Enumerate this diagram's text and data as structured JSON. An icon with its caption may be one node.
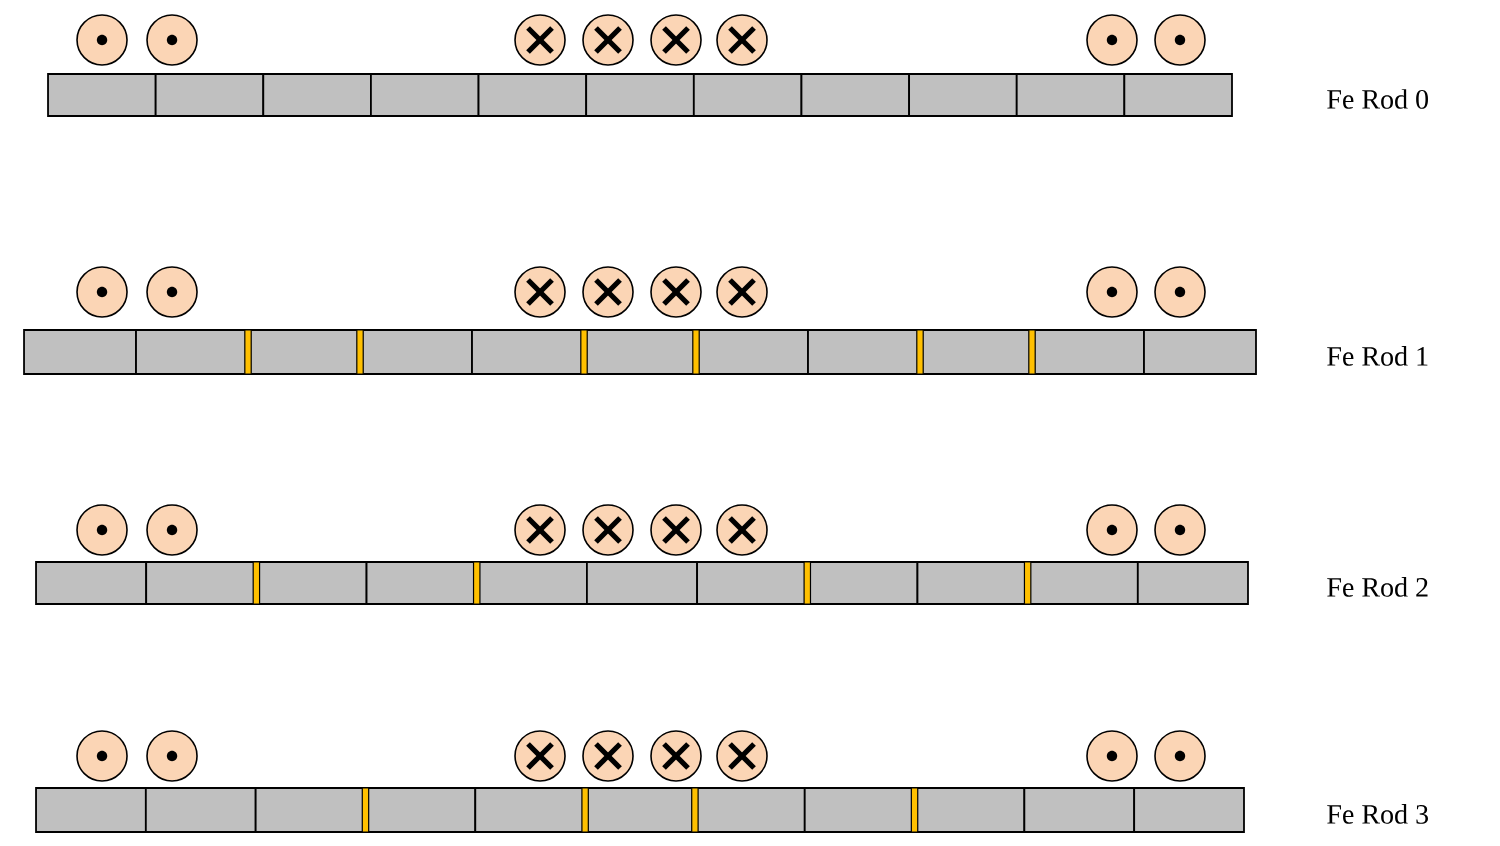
{
  "diagram": {
    "labels": [
      "Fe Rod 0",
      "Fe Rod 1",
      "Fe Rod 2",
      "Fe Rod 3"
    ]
  }
}
